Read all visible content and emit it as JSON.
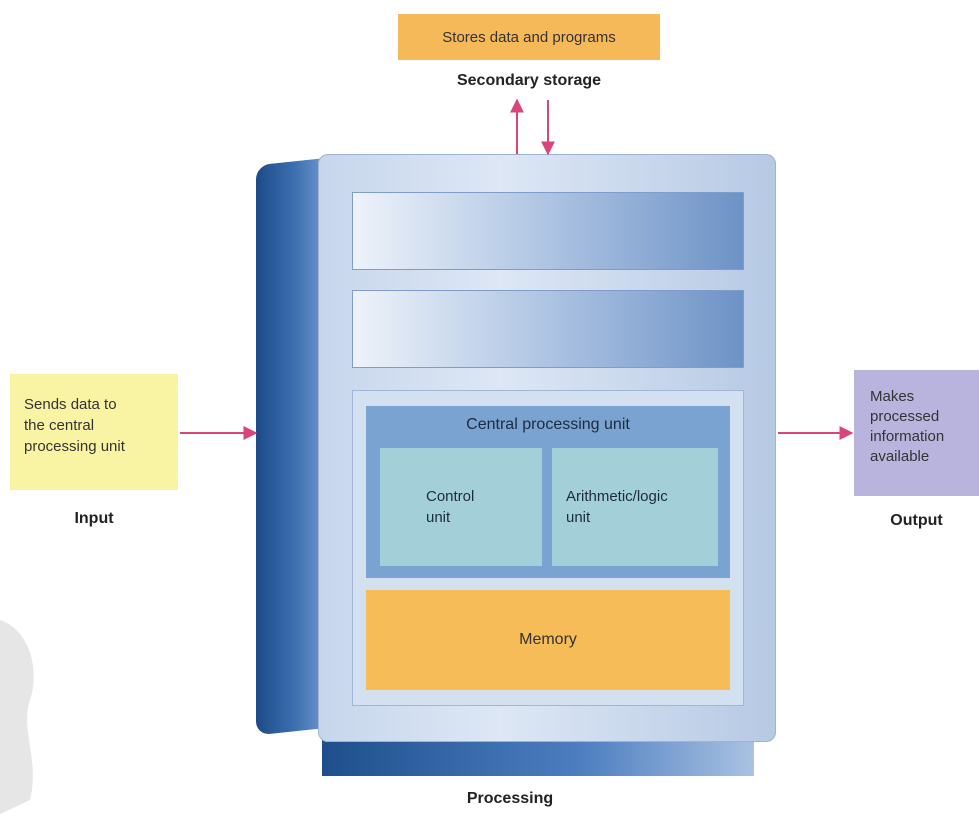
{
  "secondary_storage": {
    "description": "Stores data and programs",
    "label": "Secondary storage"
  },
  "input": {
    "lines": [
      "Sends data to",
      "the central",
      "processing unit"
    ],
    "label": "Input"
  },
  "output": {
    "lines": [
      "Makes",
      "processed",
      "information",
      "available"
    ],
    "label": "Output"
  },
  "processing": {
    "label": "Processing",
    "cpu": {
      "title": "Central processing unit",
      "control_unit": [
        "Control",
        "unit"
      ],
      "alu": [
        "Arithmetic/logic",
        "unit"
      ]
    },
    "memory": "Memory"
  },
  "colors": {
    "storage": "#f6b95a",
    "input": "#f9f4a4",
    "output": "#b9b4de",
    "memory": "#f6bc57",
    "cpu": "#7aa3d2",
    "units": "#a3d0d8",
    "arrow": "#d9457a"
  }
}
